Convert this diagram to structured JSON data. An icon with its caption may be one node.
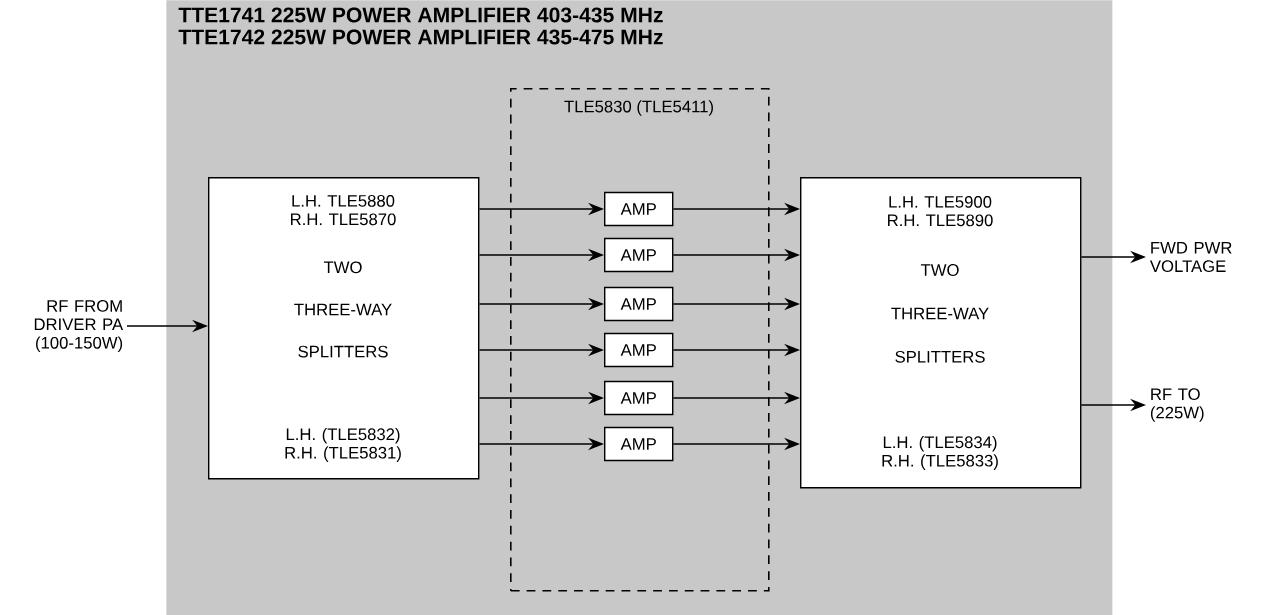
{
  "diagram": {
    "nodes": [
      {
        "text": [
          "TTE1741 225W POWER AMPLIFIER 403-435 MHz",
          "TTE1742 225W POWER AMPLIFIER 435-475 MHz"
        ]
      },
      {
        "text": [
          "TLE5830 (TLE5411)"
        ],
        "in": 0
      },
      {
        "text": [
          "L.H. TLE5880 R.H. TLE5870",
          "TWO",
          "THREE-WAY",
          "SPLITTERS",
          "L.H. (TLE5832) R.H. (TLE5831)"
        ],
        "in": 0
      },
      {
        "text": [
          "AMP"
        ],
        "in": 1
      },
      {
        "text": [
          "AMP"
        ],
        "in": 1
      },
      {
        "text": [
          "AMP"
        ],
        "in": 1
      },
      {
        "text": [
          "AMP"
        ],
        "in": 1
      },
      {
        "text": [
          "AMP"
        ],
        "in": 1
      },
      {
        "text": [
          "AMP"
        ],
        "in": 1
      },
      {
        "text": [
          "L.H. TLE5900 R.H. TLE5890",
          "TWO",
          "THREE-WAY",
          "SPLITTERS",
          "L.H. (TLE5834) R.H. (TLE5833)"
        ],
        "in": 0
      },
      {
        "text": [
          "RF FROM DRIVER PA (100-150W)"
        ]
      },
      {
        "text": [
          "FWD PWR VOLTAGE"
        ]
      },
      {
        "text": [
          "RF TO (225W)"
        ]
      }
    ],
    "edges": [
      {
        "from": 10,
        "to": 2,
        "arrow": "to"
      },
      {
        "from": 2,
        "to": 3,
        "arrow": "to"
      },
      {
        "from": 2,
        "to": 4,
        "arrow": "to"
      },
      {
        "from": 2,
        "to": 5,
        "arrow": "to"
      },
      {
        "from": 2,
        "to": 6,
        "arrow": "to"
      },
      {
        "from": 2,
        "to": 7,
        "arrow": "to"
      },
      {
        "from": 2,
        "to": 8,
        "arrow": "to"
      },
      {
        "from": 3,
        "to": 9,
        "arrow": "to"
      },
      {
        "from": 4,
        "to": 9,
        "arrow": "to"
      },
      {
        "from": 5,
        "to": 9,
        "arrow": "to"
      },
      {
        "from": 6,
        "to": 9,
        "arrow": "to"
      },
      {
        "from": 7,
        "to": 9,
        "arrow": "to"
      },
      {
        "from": 8,
        "to": 9,
        "arrow": "to"
      },
      {
        "from": 9,
        "to": 11,
        "arrow": "to"
      },
      {
        "from": 9,
        "to": 12,
        "arrow": "to"
      }
    ]
  }
}
